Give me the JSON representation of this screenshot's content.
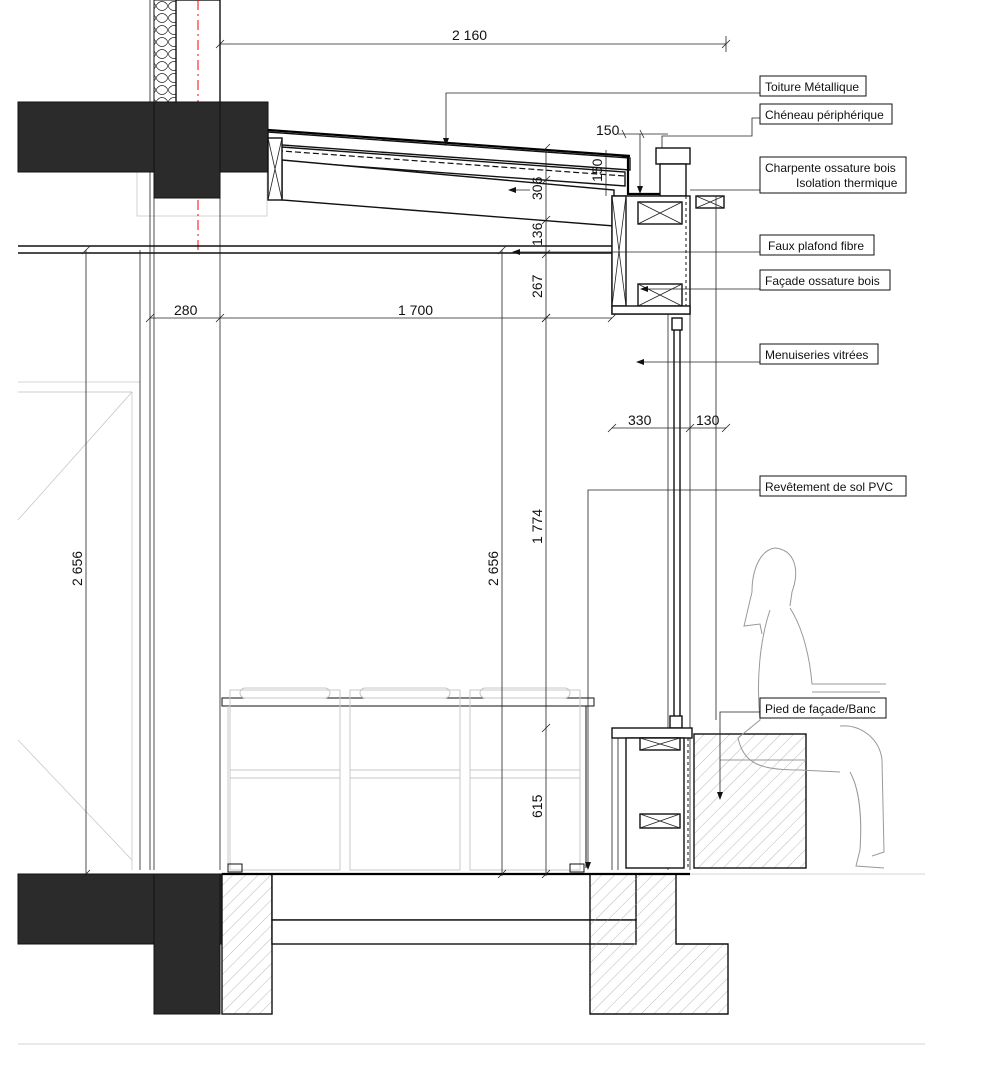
{
  "labels": {
    "toiture": "Toiture Métallique",
    "cheneau": "Chéneau périphérique",
    "charpente_1": "Charpente ossature bois",
    "charpente_2": "Isolation thermique",
    "faux_plafond": "Faux plafond fibre",
    "facade": "Façade ossature bois",
    "menuiseries": "Menuiseries vitrées",
    "revetement": "Revêtement de sol PVC",
    "pied": "Pied de façade/Banc"
  },
  "dimensions": {
    "d2160": "2 160",
    "d150_top": "150",
    "d150_vert": "150",
    "d306": "306",
    "d136": "136",
    "d267": "267",
    "d280": "280",
    "d1700": "1 700",
    "d330": "330",
    "d130": "130",
    "d2656_left": "2 656",
    "d2656_mid": "2 656",
    "d1774": "1 774",
    "d615": "615"
  },
  "colors": {
    "concrete_dark": "#2b2b2b",
    "section_cut": "#ff0000",
    "line": "#111111"
  }
}
